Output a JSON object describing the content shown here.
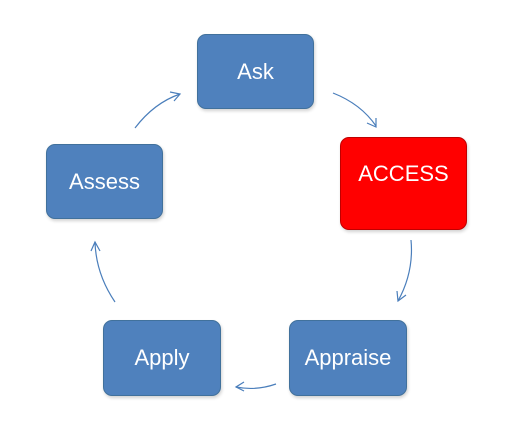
{
  "diagram": {
    "nodes": [
      {
        "id": "ask",
        "label": "Ask",
        "highlighted": false
      },
      {
        "id": "access",
        "label": "ACCESS",
        "highlighted": true
      },
      {
        "id": "appraise",
        "label": "Appraise",
        "highlighted": false
      },
      {
        "id": "apply",
        "label": "Apply",
        "highlighted": false
      },
      {
        "id": "assess",
        "label": "Assess",
        "highlighted": false
      }
    ],
    "edges": [
      {
        "from": "ask",
        "to": "access"
      },
      {
        "from": "access",
        "to": "appraise"
      },
      {
        "from": "appraise",
        "to": "apply"
      },
      {
        "from": "apply",
        "to": "assess"
      },
      {
        "from": "assess",
        "to": "ask"
      }
    ],
    "colors": {
      "node": "#4f81bd",
      "highlight": "#ff0000",
      "arrow": "#4a7ebb",
      "text": "#ffffff"
    }
  }
}
